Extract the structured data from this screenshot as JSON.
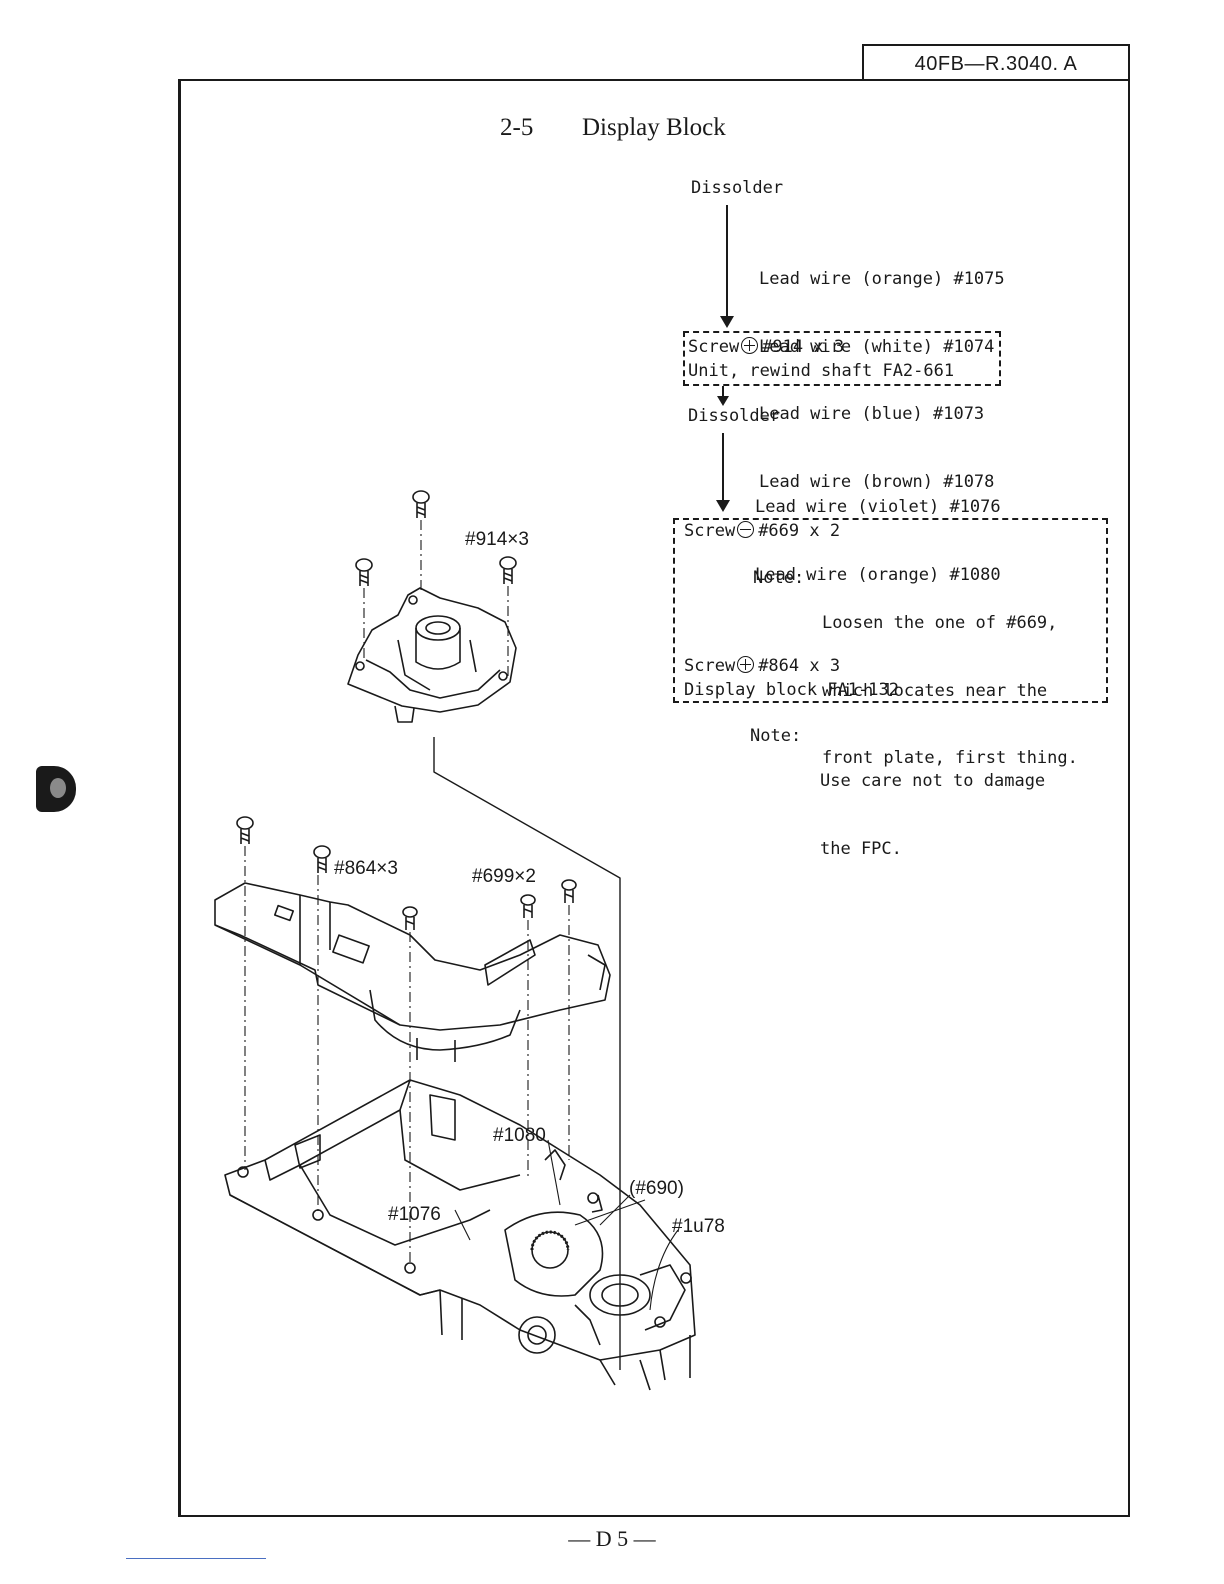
{
  "doc_ref": "40FB—R.3040. A",
  "section": {
    "number": "2-5",
    "title": "Display Block"
  },
  "flow": {
    "step1_heading": "Dissolder",
    "step1_wires": [
      "Lead wire (orange) #1075",
      "Lead wire (white) #1074",
      "Lead wire (blue) #1073",
      "Lead wire (brown) #1078"
    ],
    "box1": {
      "screw": "Screw",
      "screw_spec": "#914 x 3",
      "unit": "Unit, rewind shaft FA2-661"
    },
    "step2_heading": "Dissolder",
    "step2_wires": [
      "Lead wire (violet) #1076",
      "Lead wire (orange) #1080"
    ],
    "box2": {
      "screw1": "Screw",
      "screw1_spec": "#669 x 2",
      "note_label": "Note:",
      "note_lines": [
        "Loosen the one of #669,",
        "which locates near the",
        "front plate, first thing."
      ],
      "screw2": "Screw",
      "screw2_spec": "#864 x 3",
      "block": "Display block FA1-132"
    },
    "note2_label": "Note:",
    "note2_lines": [
      "Use care not to damage",
      "the FPC."
    ]
  },
  "figure_labels": {
    "screws_914": "#914×3",
    "screws_864": "#864×3",
    "screws_699": "#699×2",
    "wire_1080": "#1080",
    "wire_690": "(#690)",
    "wire_1076": "#1076",
    "wire_1078": "#1u78"
  },
  "page_number": "— D 5 —",
  "icons": {
    "phillips": "phillips-screw-icon",
    "slotted": "slotted-screw-icon"
  }
}
